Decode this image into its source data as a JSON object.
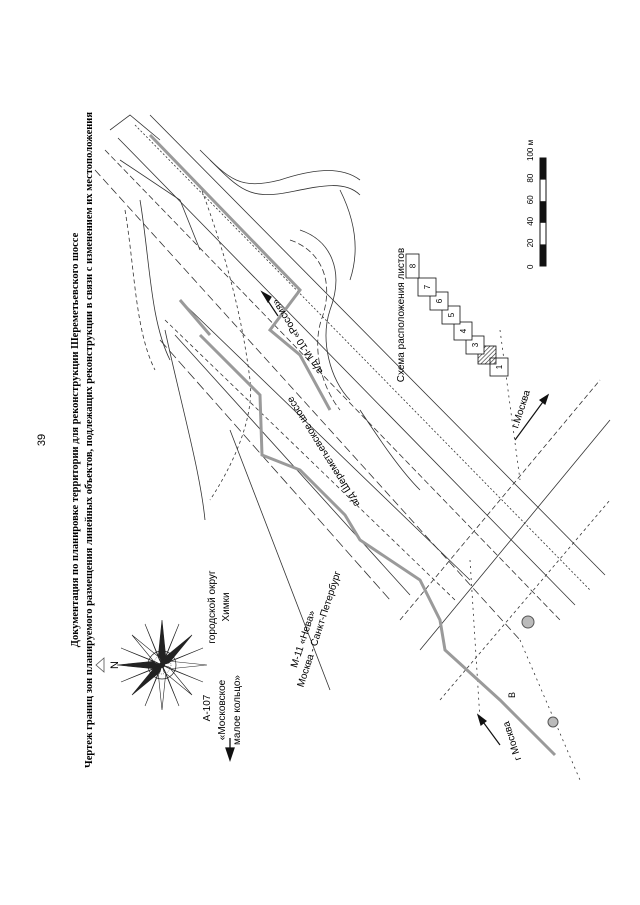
{
  "page_number": "39",
  "title_line1": "Документация по планировке территории для реконструкции Шереметьевского шоссе",
  "title_line2": "Чертеж границ зон планируемого размещения линейных объектов, подлежащих реконструкции в связи с изменением их местоположения",
  "labels": {
    "road_a107": "А-107",
    "road_a107_name1": "«Московское",
    "road_a107_name2": "малое кольцо»",
    "district1": "городской округ",
    "district2": "Химки",
    "m11_1": "М-11 «Нева»",
    "m11_2": "Москва - Санкт-Петербург",
    "sheremetyevo": "а/д Шереметьевское шоссе",
    "m10": "а/д М-10 «Россия»",
    "to_moscow_top": "г.Москва",
    "to_moscow_bottom": "г Москва",
    "section_mark": "В",
    "compass_n": "N"
  },
  "sheet_scheme": {
    "title": "Схема расположения листов",
    "sheets": [
      "1",
      "2",
      "3",
      "4",
      "5",
      "6",
      "7",
      "8"
    ],
    "highlighted": "2"
  },
  "scale_bar": {
    "ticks": [
      "0",
      "20",
      "40",
      "60",
      "80",
      "100 м"
    ]
  },
  "colors": {
    "boundary": "#9a9a9a",
    "lines": "#333333",
    "hatch": "#222222"
  }
}
